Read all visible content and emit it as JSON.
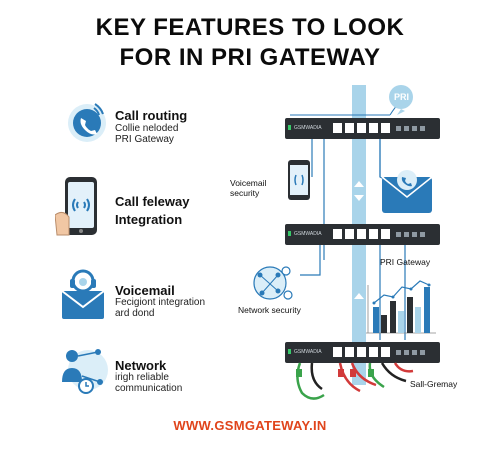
{
  "header": {
    "title_line1": "KEY FEATURES TO LOOK",
    "title_line2": "FOR IN PRI GATEWAY"
  },
  "features": [
    {
      "icon": "phone-bubble-icon",
      "title": "Call routing",
      "desc_line1": "Collie neloded",
      "desc_line2": "PRI Gateway"
    },
    {
      "icon": "smartphone-signal-icon",
      "title_line1": "Call feleway",
      "title_line2": "Integration"
    },
    {
      "icon": "voicemail-envelope-icon",
      "title": "Voicemail",
      "desc_line1": "Fecigiont integration",
      "desc_line2": "ard dond"
    },
    {
      "icon": "network-person-icon",
      "title": "Network",
      "desc_line1": "irigh reliable",
      "desc_line2": "communication"
    }
  ],
  "diagram": {
    "pri_badge": "PRI",
    "device_label": "GSMWADIA",
    "voicemail_security_line1": "Voicemail",
    "voicemail_security_line2": "security",
    "pri_gateway_label": "PRI Gateway",
    "network_security_label": "Network security",
    "sall_gremay_label": "Sall-Gremay"
  },
  "footer": {
    "url": "WWW.GSMGATEWAY.IN"
  },
  "colors": {
    "accent_blue": "#2a7ab8",
    "light_blue": "#a9d4ea",
    "device_dark": "#2b2f33",
    "footer_orange": "#e0441b"
  }
}
